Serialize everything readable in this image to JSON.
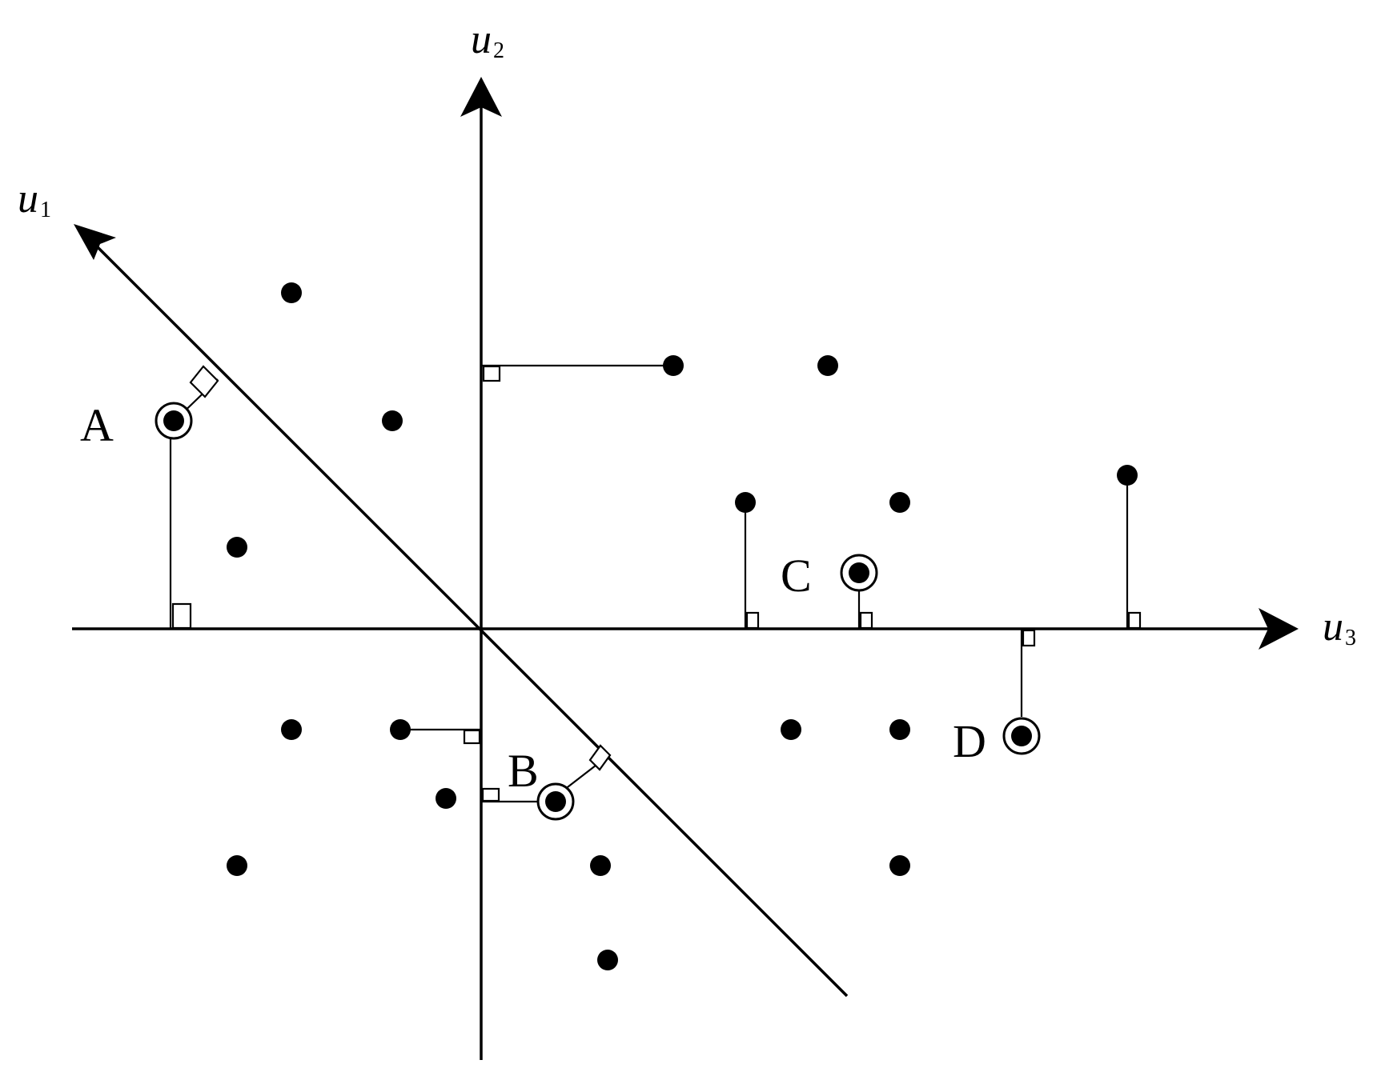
{
  "axes": {
    "u1": {
      "name": "u",
      "sub": "1"
    },
    "u2": {
      "name": "u",
      "sub": "2"
    },
    "u3": {
      "name": "u",
      "sub": "3"
    }
  },
  "highlighted": {
    "A": {
      "label": "A"
    },
    "B": {
      "label": "B"
    },
    "C": {
      "label": "C"
    },
    "D": {
      "label": "D"
    }
  },
  "colors": {
    "ink": "#000000",
    "background": "#ffffff"
  }
}
